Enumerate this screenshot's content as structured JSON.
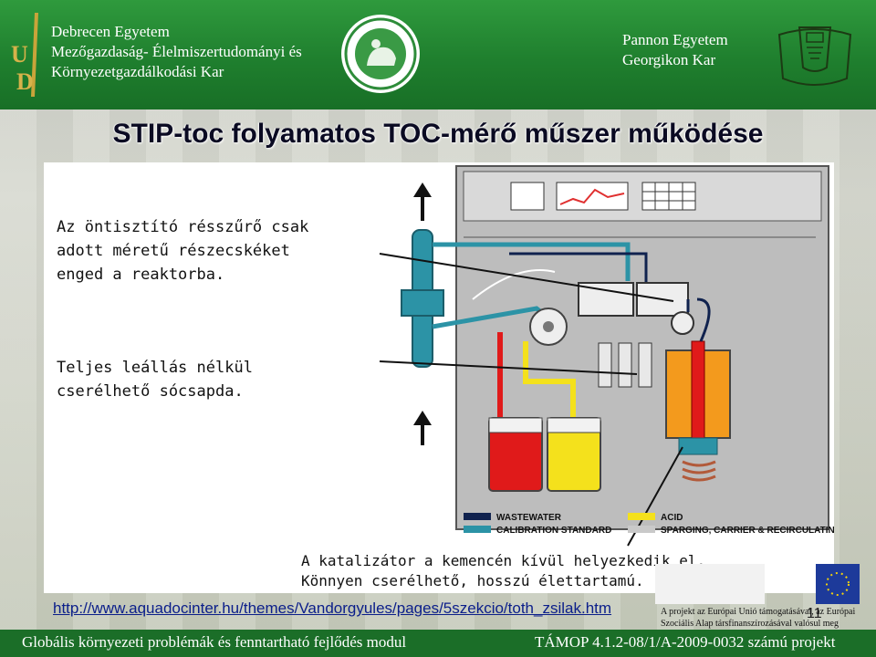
{
  "header": {
    "left_lines": [
      "Debrecen Egyetem",
      "Mezőgazdaság- Élelmiszertudományi és",
      "Környezetgazdálkodási Kar"
    ],
    "right_lines": [
      "Pannon Egyetem",
      "Georgikon Kar"
    ]
  },
  "title": "STIP-toc folyamatos TOC-mérő műszer működése",
  "diagram": {
    "annotation_1": "Az öntisztító résszűrő csak\nadott méretű részecskéket\nenged a reaktorba.",
    "annotation_2": "Teljes leállás nélkül\ncserélhető sócsapda.",
    "annotation_3": "A katalizátor a kemencén kívül helyezkedik el.\nKönnyen cserélhető, hosszú élettartamú.",
    "legend": [
      {
        "label": "WASTEWATER",
        "color": "#10224e"
      },
      {
        "label": "CALIBRATION STANDARD",
        "color": "#2c93a6"
      },
      {
        "label": "ACID",
        "color": "#f4e11c"
      },
      {
        "label": "SPARGING, CARRIER & RECIRCULATING GAS",
        "color": "#c9c9c9"
      }
    ],
    "colors": {
      "wastewater": "#10224e",
      "calibration": "#2c93a6",
      "acid": "#f4e11c",
      "red": "#e01a1a",
      "oven": "#f39a1d"
    }
  },
  "link_url": "http://www.aquadocinter.hu/themes/Vandorgyules/pages/5szekcio/toth_zsilak.htm",
  "page_number": "11",
  "eu_note": "A projekt az Európai Unió támogatásával, az Európai Szociális Alap társfinanszírozásával valósul meg",
  "footer": {
    "left": "Globális környezeti problémák és fenntartható fejlődés modul",
    "right": "TÁMOP 4.1.2-08/1/A-2009-0032 számú projekt"
  }
}
